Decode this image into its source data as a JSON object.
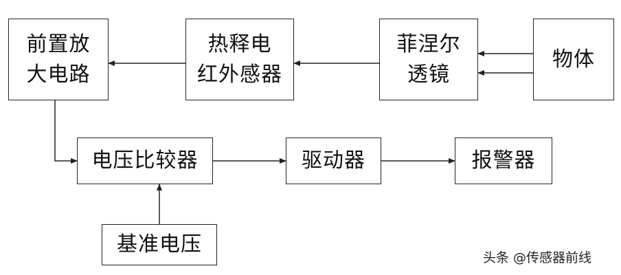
{
  "blocks": {
    "preamp": {
      "line1": "前置放",
      "line2": "大电路"
    },
    "pir_sensor": {
      "line1": "热释电",
      "line2": "红外感器"
    },
    "fresnel_lens": {
      "line1": "菲涅尔",
      "line2": "透镜"
    },
    "object": {
      "label": "物体"
    },
    "comparator": {
      "label": "电压比较器"
    },
    "driver": {
      "label": "驱动器"
    },
    "alarm": {
      "label": "报警器"
    },
    "reference": {
      "label": "基准电压"
    }
  },
  "watermark": "头条 @传感器前线"
}
